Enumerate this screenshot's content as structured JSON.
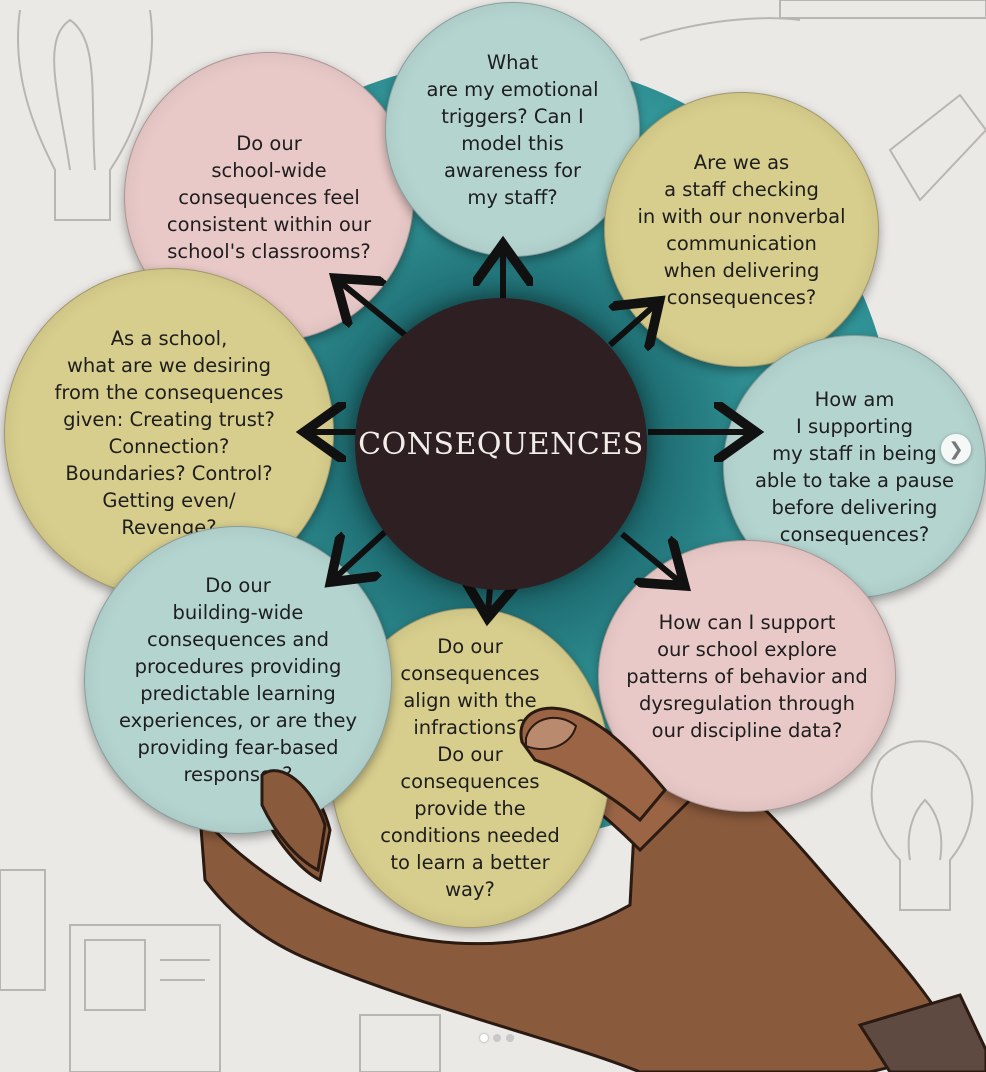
{
  "center": {
    "title": "CONSEQUENCES"
  },
  "questions": {
    "top": "What\nare my emotional\ntriggers? Can I\nmodel this\nawareness for\nmy staff?",
    "top_right": "Are we as\na staff checking\nin with our nonverbal\ncommunication\nwhen delivering\nconsequences?",
    "right": "How am\nI supporting\nmy staff in being\nable to take a pause\nbefore delivering\nconsequences?",
    "bottom_right": "How can I support\nour school explore\npatterns of behavior and\ndysregulation through\nour discipline data?",
    "bottom": "Do our\nconsequences\nalign with the\ninfractions?\nDo our\nconsequences\nprovide the\nconditions needed\nto learn a better\nway?",
    "bottom_left": "Do our\nbuilding-wide\nconsequences and\nprocedures providing\npredictable learning\nexperiences, or are they\nproviding fear-based\nresponses?",
    "left": "As a school,\nwhat are we desiring\nfrom the consequences\ngiven: Creating trust?\nConnection?\nBoundaries? Control?\nGetting even/\nRevenge?",
    "top_left": "Do our\nschool-wide\nconsequences feel\nconsistent within our\nschool's classrooms?"
  },
  "colors": {
    "pink": "#e8c9c7",
    "teal": "#b4d4d0",
    "olive": "#d7cd8c",
    "center": "#2e1f22",
    "ring": "#2f8f92",
    "skin": "#8a5a3c"
  },
  "carousel": {
    "next_icon": "chevron-right-icon",
    "active_index": 0,
    "count": 3
  }
}
